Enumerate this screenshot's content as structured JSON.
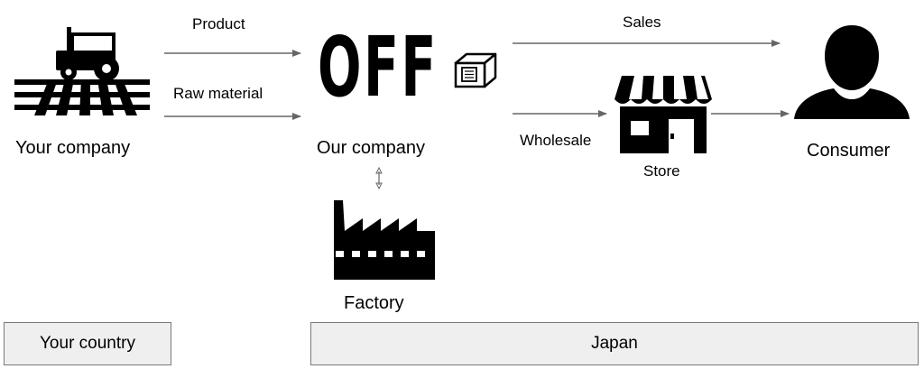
{
  "nodes": {
    "your_company": "Your company",
    "our_company": "Our company",
    "factory": "Factory",
    "store": "Store",
    "consumer": "Consumer"
  },
  "logo": {
    "text": "OFF"
  },
  "edges": {
    "product": "Product",
    "raw_material": "Raw material",
    "sales": "Sales",
    "wholesale": "Wholesale"
  },
  "regions": {
    "your_country": "Your country",
    "japan": "Japan"
  },
  "colors": {
    "arrow": "#666666",
    "region_fill": "#efefef",
    "region_border": "#7a7a7a",
    "icon": "#000000"
  },
  "icons": [
    "tractor-field-icon",
    "package-icon",
    "factory-icon",
    "store-icon",
    "consumer-icon"
  ]
}
